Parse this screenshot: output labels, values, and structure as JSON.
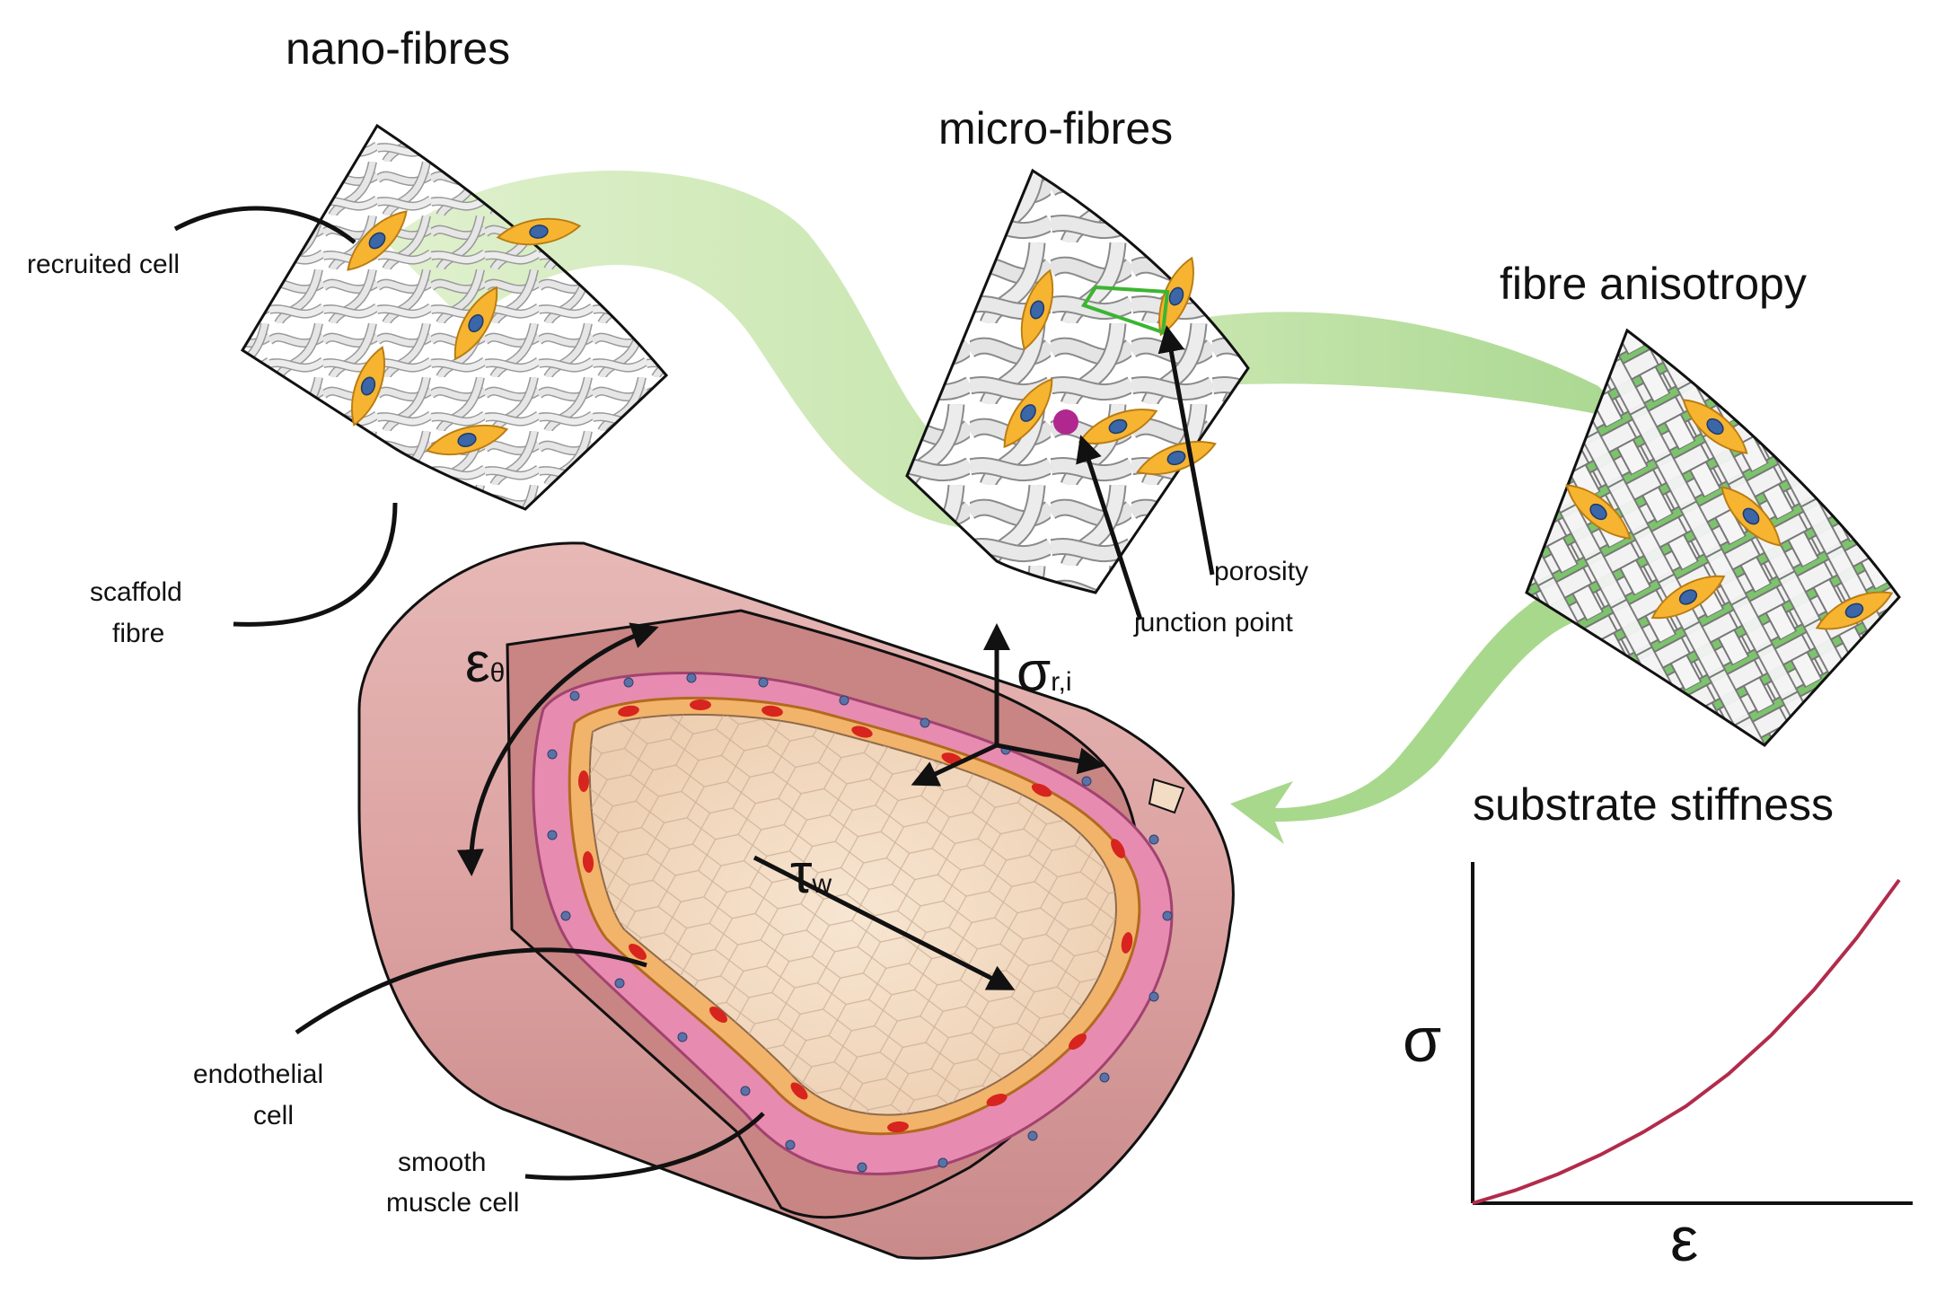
{
  "titles": {
    "nano": "nano-fibres",
    "micro": "micro-fibres",
    "aniso": "fibre anisotropy",
    "stiff": "substrate stiffness"
  },
  "labels": {
    "recruited_cell": "recruited cell",
    "scaffold_fibre_1": "scaffold",
    "scaffold_fibre_2": "fibre",
    "porosity": "porosity",
    "junction_point": "junction point",
    "endothelial_1": "endothelial",
    "endothelial_2": "cell",
    "smooth_1": "smooth",
    "smooth_2": "muscle cell"
  },
  "symbols": {
    "strain_circ": "ε",
    "strain_circ_sub": "θ",
    "radial_stress": "σ",
    "radial_stress_sub": "r,i",
    "wall_shear": "τ",
    "wall_shear_sub": "w",
    "graph_y": "σ",
    "graph_x": "ε"
  },
  "colors": {
    "vessel_outer": "#dca3a3",
    "vessel_dark": "#c98484",
    "lumen": "#f3dcc4",
    "smooth_muscle": "#e88bb0",
    "endothelial": "#f2b46a",
    "nucleus_red": "#d7241f",
    "cell_yellow": "#f6b431",
    "cell_nucleus": "#3b66a7",
    "arrow_green": "#a8d88c",
    "curve": "#b22b4b",
    "junction": "#b0278f"
  },
  "chart_data": {
    "type": "line",
    "title": "substrate stiffness",
    "xlabel": "ε",
    "ylabel": "σ",
    "series": [
      {
        "x": [
          0,
          0.1,
          0.2,
          0.3,
          0.4,
          0.5,
          0.6,
          0.7,
          0.8,
          0.9,
          1.0
        ],
        "y": [
          0,
          0.04,
          0.09,
          0.15,
          0.22,
          0.3,
          0.4,
          0.52,
          0.66,
          0.82,
          1.0
        ]
      }
    ]
  }
}
